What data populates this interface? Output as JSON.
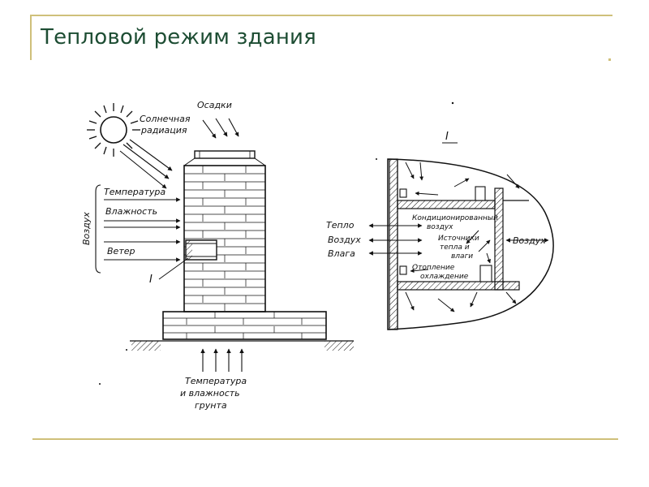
{
  "slide": {
    "title": "Тепловой режим здания"
  },
  "figure": {
    "left_labels": {
      "solar_line1": "Солнечная",
      "solar_line2": "радиация",
      "precipitation": "Осадки",
      "air_vertical": "Воздух",
      "temperature": "Температура",
      "humidity": "Влажность",
      "wind": "Ветер",
      "detail_marker": "I",
      "ground_line1": "Температура",
      "ground_line2": "и влажность",
      "ground_line3": "грунта"
    },
    "right_labels": {
      "detail_marker": "I",
      "heat": "Тепло",
      "air": "Воздух",
      "moisture": "Влага",
      "conditioned_line1": "Кондиционированный",
      "conditioned_line2": "воздух",
      "sources_line1": "Источники",
      "sources_line2": "тепла и",
      "sources_line3": "влаги",
      "heating_line1": "Отопление",
      "heating_line2": "охлаждение",
      "air_right": "Воздух"
    }
  }
}
